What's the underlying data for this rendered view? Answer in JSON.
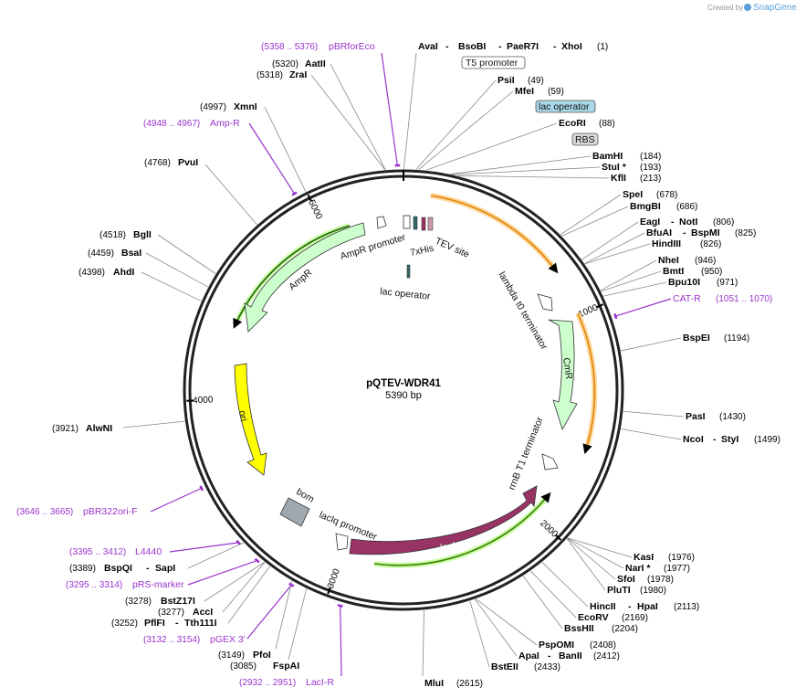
{
  "credit": {
    "prefix": "Created by",
    "brand": "SnapGene"
  },
  "plasmid": {
    "name": "pQTEV-WDR41",
    "size_label": "5390 bp",
    "length": 5390
  },
  "ticks": [
    "1000",
    "2000",
    "3000",
    "4000",
    "5000"
  ],
  "sites": [
    {
      "name": "AvaI",
      "pos": "(1)"
    },
    {
      "name": "BsoBI",
      "pos": ""
    },
    {
      "name": "PaeR7I",
      "pos": ""
    },
    {
      "name": "XhoI",
      "pos": ""
    },
    {
      "name": "PsiI",
      "pos": "(49)"
    },
    {
      "name": "MfeI",
      "pos": "(59)"
    },
    {
      "name": "EcoRI",
      "pos": "(88)"
    },
    {
      "name": "BamHI",
      "pos": "(184)"
    },
    {
      "name": "StuI *",
      "pos": "(193)"
    },
    {
      "name": "KflI",
      "pos": "(213)"
    },
    {
      "name": "SpeI",
      "pos": "(678)"
    },
    {
      "name": "BmgBI",
      "pos": "(686)"
    },
    {
      "name": "EagI",
      "pos": ""
    },
    {
      "name": "NotI",
      "pos": "(806)"
    },
    {
      "name": "BfuAI",
      "pos": ""
    },
    {
      "name": "BspMI",
      "pos": "(825)"
    },
    {
      "name": "HindIII",
      "pos": "(826)"
    },
    {
      "name": "NheI",
      "pos": "(946)"
    },
    {
      "name": "BmtI",
      "pos": "(950)"
    },
    {
      "name": "Bpu10I",
      "pos": "(971)"
    },
    {
      "name": "BspEI",
      "pos": "(1194)"
    },
    {
      "name": "PasI",
      "pos": "(1430)"
    },
    {
      "name": "NcoI",
      "pos": ""
    },
    {
      "name": "StyI",
      "pos": "(1499)"
    },
    {
      "name": "KasI",
      "pos": "(1976)"
    },
    {
      "name": "NarI *",
      "pos": "(1977)"
    },
    {
      "name": "SfoI",
      "pos": "(1978)"
    },
    {
      "name": "PluTI",
      "pos": "(1980)"
    },
    {
      "name": "HincII",
      "pos": ""
    },
    {
      "name": "HpaI",
      "pos": "(2113)"
    },
    {
      "name": "EcoRV",
      "pos": "(2169)"
    },
    {
      "name": "BssHII",
      "pos": "(2204)"
    },
    {
      "name": "PspOMI",
      "pos": "(2408)"
    },
    {
      "name": "ApaI",
      "pos": ""
    },
    {
      "name": "BanII",
      "pos": "(2412)"
    },
    {
      "name": "BstEII",
      "pos": "(2433)"
    },
    {
      "name": "MluI",
      "pos": "(2615)"
    },
    {
      "name": "FspAI",
      "pos": "(3085)"
    },
    {
      "name": "PfoI",
      "pos": "(3149)"
    },
    {
      "name": "PflFI",
      "pos": ""
    },
    {
      "name": "Tth111I",
      "pos": "(3252)"
    },
    {
      "name": "AccI",
      "pos": "(3277)"
    },
    {
      "name": "BstZ17I",
      "pos": "(3278)"
    },
    {
      "name": "BspQI",
      "pos": ""
    },
    {
      "name": "SapI",
      "pos": "(3389)"
    },
    {
      "name": "AlwNI",
      "pos": "(3921)"
    },
    {
      "name": "AhdI",
      "pos": "(4398)"
    },
    {
      "name": "BsaI",
      "pos": "(4459)"
    },
    {
      "name": "BglI",
      "pos": "(4518)"
    },
    {
      "name": "PvuI",
      "pos": "(4768)"
    },
    {
      "name": "XmnI",
      "pos": "(4997)"
    },
    {
      "name": "ZraI",
      "pos": "(5318)"
    },
    {
      "name": "AatII",
      "pos": "(5320)"
    }
  ],
  "primers": [
    {
      "name": "pBRforEco",
      "range": "(5358 .. 5376)"
    },
    {
      "name": "Amp-R",
      "range": "(4948 .. 4967)"
    },
    {
      "name": "CAT-R",
      "range": "(1051 .. 1070)"
    },
    {
      "name": "pBR322ori-F",
      "range": "(3646 .. 3665)"
    },
    {
      "name": "L4440",
      "range": "(3395 .. 3412)"
    },
    {
      "name": "pRS-marker",
      "range": "(3295 .. 3314)"
    },
    {
      "name": "pGEX 3'",
      "range": "(3132 .. 3154)"
    },
    {
      "name": "LacI-R",
      "range": "(2932 .. 2951)"
    }
  ],
  "boxed_features": [
    "T5 promoter",
    "lac operator",
    "RBS"
  ],
  "features": {
    "ampr_promoter": "AmpR promoter",
    "ampr": "AmpR",
    "his": "7xHis",
    "tev": "TEV site",
    "lac_operator": "lac operator",
    "lambda": "lambda t0 terminator",
    "cmr": "CmR",
    "rrnb": "rrnB T1 terminator",
    "laci": "lacI",
    "laciq": "lacIq promoter",
    "bom": "bom",
    "ori": "ori"
  },
  "colors": {
    "ampr": "#ccffcc",
    "cmr": "#ccffcc",
    "laci": "#993366",
    "ori": "#ffff00",
    "bom": "#a0a8b0",
    "primer": "#9933cc",
    "orf_orange": "#f0a830",
    "orf_green": "#66aa22",
    "lac_box": "#a8d8e8"
  }
}
